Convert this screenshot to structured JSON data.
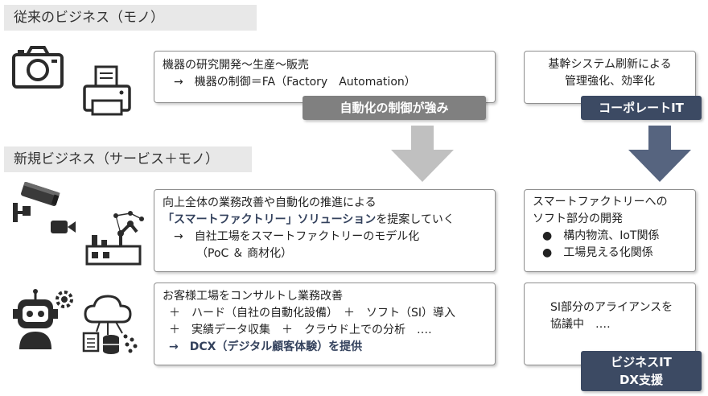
{
  "sections": {
    "traditional": "従来のビジネス（モノ）",
    "new": "新規ビジネス（サービス＋モノ）"
  },
  "traditional_box": {
    "line1": "機器の研究開発～生産～販売",
    "line2": "→　機器の制御＝FA（Factory　Automation）",
    "badge": "自動化の制御が強み"
  },
  "smart_box": {
    "line1": "向上全体の業務改善や自動化の推進による",
    "line2_highlight": "「スマートファクトリー」ソリューション",
    "line2_rest": "を提案していく",
    "line3": "→　自社工場をスマートファクトリーのモデル化",
    "line4": "（PoC ＆ 商材化）"
  },
  "consult_box": {
    "line1": "お客様工場をコンサルトし業務改善",
    "line2": "＋　ハード（自社の自動化設備）　＋　ソフト（SI）導入",
    "line3": "＋　実績データ収集　＋　クラウド上での分析　‥‥",
    "line4": "→　DCX（デジタル顧客体験）を提供"
  },
  "right_top": {
    "line1": "基幹システム刷新による",
    "line2": "管理強化、効率化",
    "badge": "コーポレートIT"
  },
  "right_mid": {
    "line1": "スマートファクトリーへの",
    "line2": "ソフト部分の開発",
    "bullet1": "●　構内物流、IoT関係",
    "bullet2": "●　工場見える化関係"
  },
  "right_bottom": {
    "line1": "SI部分のアライアンスを",
    "line2": "協議中　‥‥",
    "badge_line1": "ビジネスIT",
    "badge_line2": "DX支援"
  },
  "colors": {
    "gray_badge": "#808080",
    "navy_badge": "#3c4a63",
    "gray_arrow": "#c0c0c0",
    "navy_arrow": "#56647f",
    "highlight_text": "#33415c"
  },
  "icons": {
    "camera": "camera-icon",
    "printer": "printer-icon",
    "cctv": "security-camera-icon",
    "video": "video-camera-icon",
    "robot_arm": "robot-arm-factory-icon",
    "robot": "robot-icon",
    "cloud": "cloud-data-icon"
  }
}
